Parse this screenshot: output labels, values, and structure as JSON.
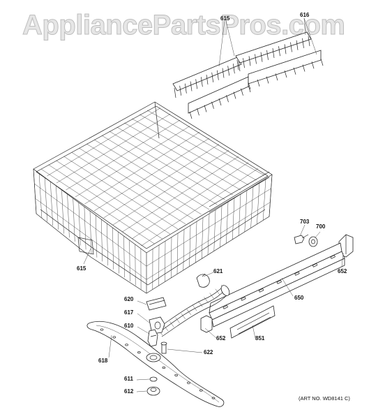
{
  "watermark": "AppliancePartsPros.com",
  "art_number": "(ART NO. WD8141 C)",
  "parts": {
    "p615a": "615",
    "p616": "616",
    "p615b": "615",
    "p703": "703",
    "p700": "700",
    "p652a": "652",
    "p621": "621",
    "p650": "650",
    "p620": "620",
    "p617": "617",
    "p610": "610",
    "p652b": "652",
    "p851": "851",
    "p618": "618",
    "p622": "622",
    "p611": "611",
    "p612": "612"
  }
}
